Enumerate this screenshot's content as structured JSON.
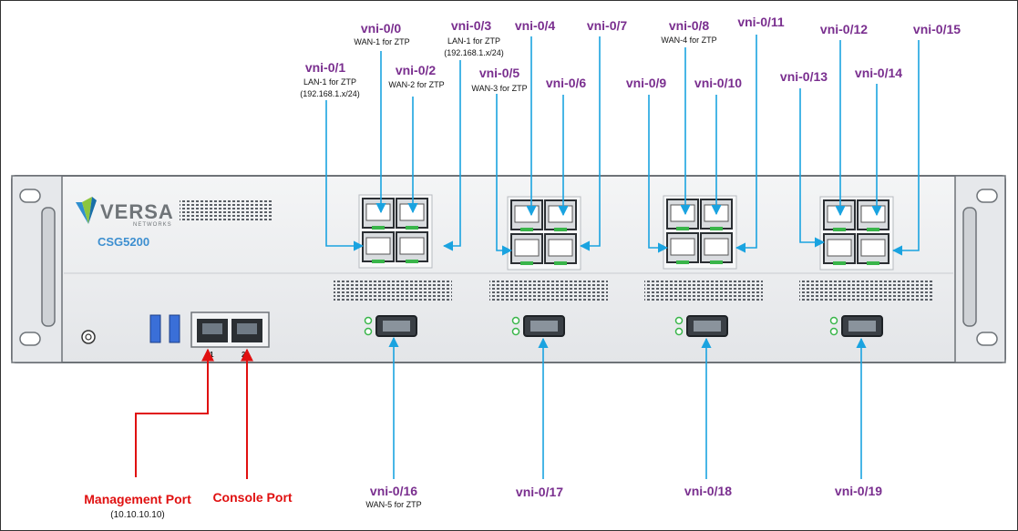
{
  "device": {
    "brand": "VERSA",
    "brand_sub": "NETWORKS",
    "model": "CSG5200",
    "console_numbers": [
      "1",
      "2"
    ]
  },
  "ports": [
    {
      "name": "vni-0/0",
      "note": "WAN-1 for ZTP",
      "note2": ""
    },
    {
      "name": "vni-0/1",
      "note": "LAN-1 for ZTP",
      "note2": "(192.168.1.x/24)"
    },
    {
      "name": "vni-0/2",
      "note": "WAN-2 for ZTP",
      "note2": ""
    },
    {
      "name": "vni-0/3",
      "note": "LAN-1 for ZTP",
      "note2": "(192.168.1.x/24)"
    },
    {
      "name": "vni-0/4",
      "note": "",
      "note2": ""
    },
    {
      "name": "vni-0/5",
      "note": "WAN-3 for ZTP",
      "note2": ""
    },
    {
      "name": "vni-0/6",
      "note": "",
      "note2": ""
    },
    {
      "name": "vni-0/7",
      "note": "",
      "note2": ""
    },
    {
      "name": "vni-0/8",
      "note": "WAN-4 for ZTP",
      "note2": ""
    },
    {
      "name": "vni-0/9",
      "note": "",
      "note2": ""
    },
    {
      "name": "vni-0/10",
      "note": "",
      "note2": ""
    },
    {
      "name": "vni-0/11",
      "note": "",
      "note2": ""
    },
    {
      "name": "vni-0/12",
      "note": "",
      "note2": ""
    },
    {
      "name": "vni-0/13",
      "note": "",
      "note2": ""
    },
    {
      "name": "vni-0/14",
      "note": "",
      "note2": ""
    },
    {
      "name": "vni-0/15",
      "note": "",
      "note2": ""
    },
    {
      "name": "vni-0/16",
      "note": "WAN-5 for ZTP",
      "note2": ""
    },
    {
      "name": "vni-0/17",
      "note": "",
      "note2": ""
    },
    {
      "name": "vni-0/18",
      "note": "",
      "note2": ""
    },
    {
      "name": "vni-0/19",
      "note": "",
      "note2": ""
    }
  ],
  "management": {
    "label": "Management Port",
    "address": "(10.10.10.10)"
  },
  "console": {
    "label": "Console Port"
  },
  "colors": {
    "arrow": "#1aa3e0",
    "label": "#7a2f8f",
    "mgmt": "#e01010",
    "model": "#3d8fd0"
  }
}
